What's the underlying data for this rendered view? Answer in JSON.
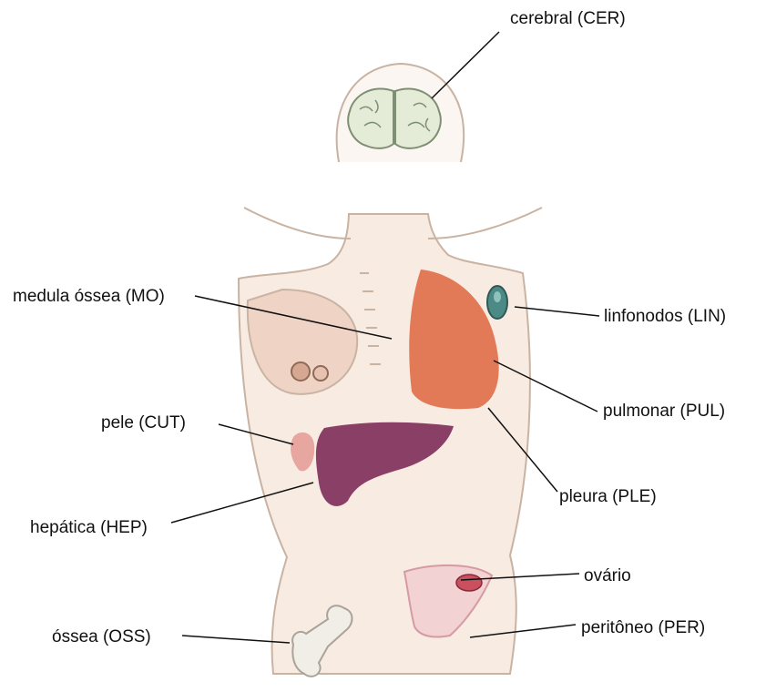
{
  "labels": {
    "cerebral": "cerebral (CER)",
    "medula": "medula óssea (MO)",
    "linfonodos": "linfonodos (LIN)",
    "pulmonar": "pulmonar (PUL)",
    "pele": "pele (CUT)",
    "pleura": "pleura (PLE)",
    "hepatica": "hepática (HEP)",
    "ovario": "ovário",
    "ossea": "óssea (OSS)",
    "peritoneo": "peritôneo (PER)"
  },
  "colors": {
    "skin": "#f7ebe2",
    "outline": "#c9b3a3",
    "brain": "#e4ecd8",
    "brain_outline": "#7f8f73",
    "lung": "#e37a57",
    "liver": "#8a3f66",
    "lymph_node": "#4c8a86",
    "skin_lesion": "#e7a6a0",
    "ovary": "#c9505f",
    "peritoneum": "#f3d2d4",
    "bone": "#f1ede7",
    "leader_line": "#111111"
  }
}
